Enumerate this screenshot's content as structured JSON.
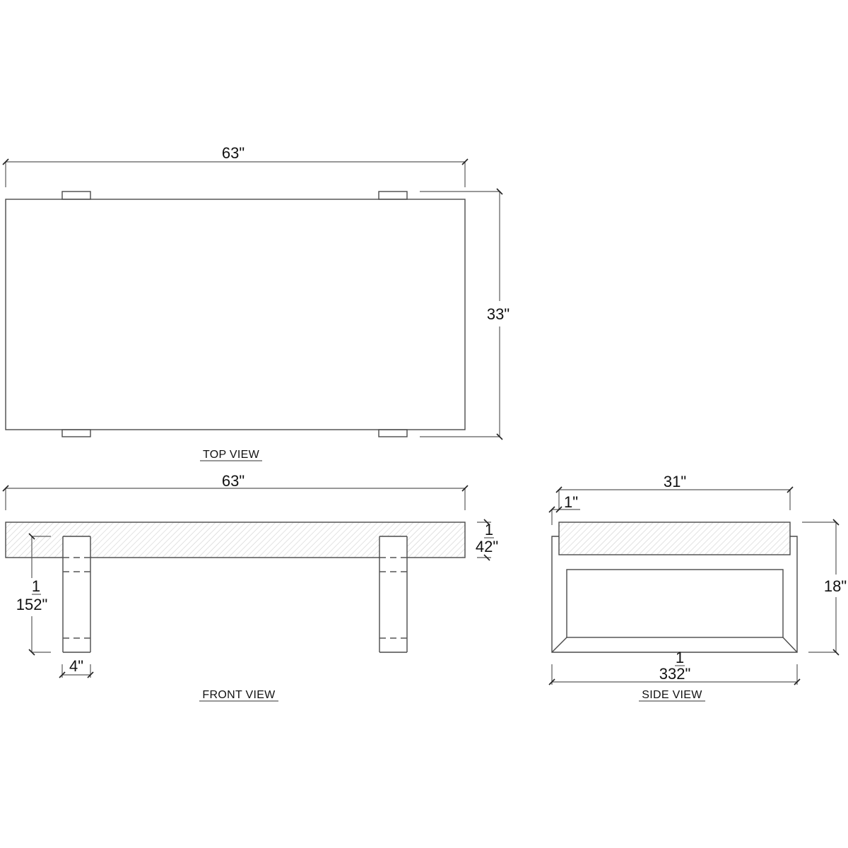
{
  "colors": {
    "background": "#ffffff",
    "line": "#4a4a4a",
    "hatch": "#c8c8c8",
    "text": "#111111"
  },
  "top_view": {
    "label": "TOP VIEW",
    "width_dim": "63\"",
    "depth_dim": "33\""
  },
  "front_view": {
    "label": "FRONT VIEW",
    "width_dim": "63\"",
    "top_thickness_dim": {
      "numerator": "1",
      "whole_denominator": "42\""
    },
    "leg_height_dim": {
      "numerator": "1",
      "whole_denominator": "152\""
    },
    "leg_width_dim": "4\""
  },
  "side_view": {
    "label": "SIDE VIEW",
    "top_width_dim": "31\"",
    "overhang_dim": "1\"",
    "base_width_dim": {
      "numerator": "1",
      "whole_denominator": "332\""
    },
    "height_dim": "18\""
  }
}
